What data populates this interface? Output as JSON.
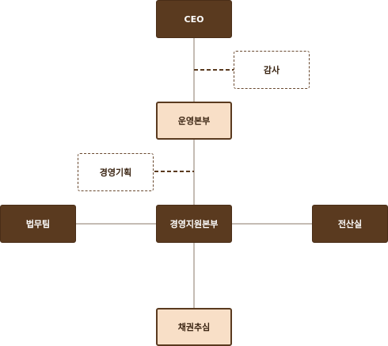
{
  "org_chart": {
    "ceo": "CEO",
    "audit": "감사",
    "operations": "운영본부",
    "planning": "경영기획",
    "legal": "법무팀",
    "management_support": "경영지원본부",
    "it": "전산실",
    "collection": "채권추심"
  },
  "colors": {
    "dark_box": "#5a3a1f",
    "light_box": "#f8dfc7",
    "line": "#8a7a6a",
    "dashed_line": "#5a3a1f"
  }
}
